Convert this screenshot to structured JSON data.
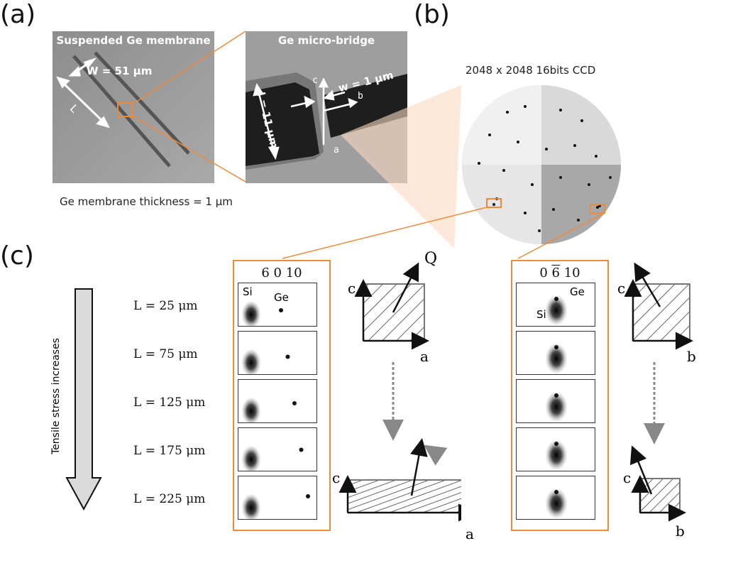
{
  "panels": {
    "a": "(a)",
    "b": "(b)",
    "c": "(c)"
  },
  "sem_left": {
    "title": "Suspended Ge membrane",
    "W_label": "W = 51 µm",
    "L_label": "L"
  },
  "sem_right": {
    "title": "Ge micro-bridge",
    "l_label": "l = 11 µm",
    "w_label": "w = 1 µm",
    "axis_c": "c",
    "axis_b": "b",
    "axis_a": "a"
  },
  "membrane_caption": "Ge membrane thickness = 1 µm",
  "ccd_caption": "2048 x 2048 16bits CCD",
  "stress_label": "Tensile stress increases",
  "lengths": [
    "L = 25 μm",
    "L = 75 μm",
    "L = 125 μm",
    "L = 175 μm",
    "L = 225 μm"
  ],
  "reflection_left": {
    "hkl": "6 0 10",
    "si": "Si",
    "ge": "Ge"
  },
  "reflection_right": {
    "hkl_pre": "0 ",
    "hkl_bar": "6",
    "hkl_post": " 10",
    "si": "Si",
    "ge": "Ge"
  },
  "diagram_left": {
    "q": "Q",
    "c_top": "c",
    "a_top": "a",
    "c_bot": "c",
    "a_bot": "a"
  },
  "diagram_right": {
    "c_top": "c",
    "b_top": "b",
    "c_bot": "c",
    "b_bot": "b"
  },
  "colors": {
    "accent": "#f08a36",
    "sem_bg": "#9a9a9a",
    "ge_fill": "#ffffff"
  },
  "ge_spot_offsets": [
    0.0,
    0.25,
    0.5,
    0.75,
    1.0
  ]
}
